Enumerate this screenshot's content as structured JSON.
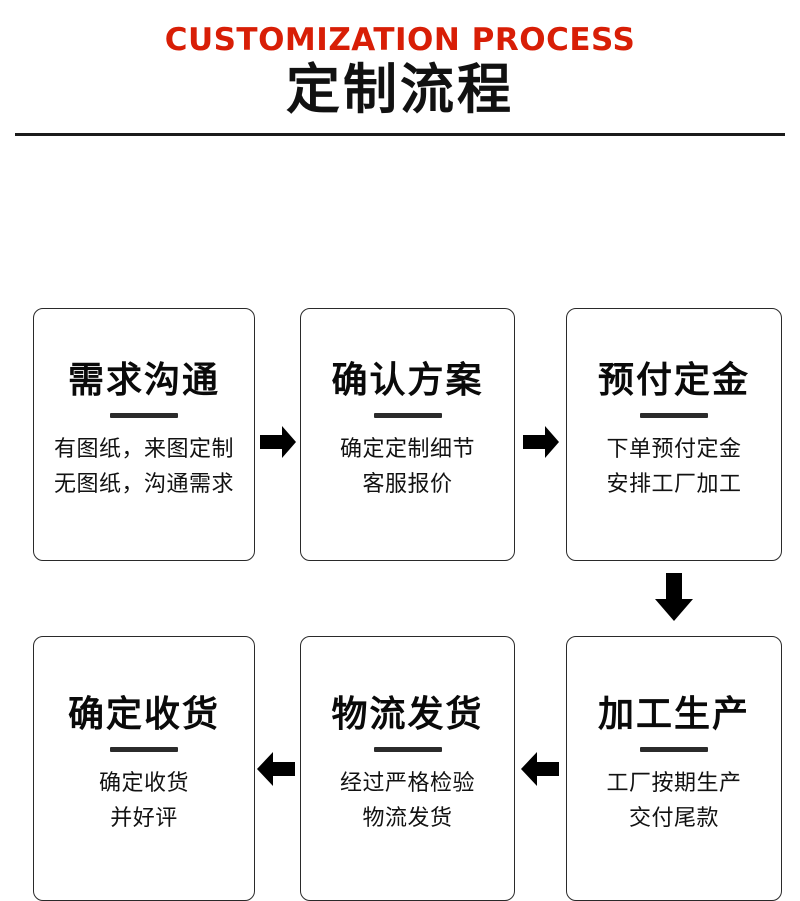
{
  "header": {
    "title_en": "CUSTOMIZATION PROCESS",
    "title_cn": "定制流程",
    "accent_color": "#D81E06",
    "text_color": "#111111"
  },
  "flow": {
    "type": "process-flow",
    "direction": "left-to-right then down then right-to-left",
    "step_count": 6,
    "steps": [
      {
        "index": 1,
        "title": "需求沟通",
        "lines": [
          "有图纸，来图定制",
          "无图纸，沟通需求"
        ]
      },
      {
        "index": 2,
        "title": "确认方案",
        "lines": [
          "确定定制细节",
          "客服报价"
        ]
      },
      {
        "index": 3,
        "title": "预付定金",
        "lines": [
          "下单预付定金",
          "安排工厂加工"
        ]
      },
      {
        "index": 4,
        "title": "加工生产",
        "lines": [
          "工厂按期生产",
          "交付尾款"
        ]
      },
      {
        "index": 5,
        "title": "物流发货",
        "lines": [
          "经过严格检验",
          "物流发货"
        ]
      },
      {
        "index": 6,
        "title": "确定收货",
        "lines": [
          "确定收货",
          "并好评"
        ]
      }
    ],
    "connectors": [
      {
        "name": "arrow-right-step1-step2",
        "icon": "arrow-right-icon"
      },
      {
        "name": "arrow-right-step2-step3",
        "icon": "arrow-right-icon"
      },
      {
        "name": "arrow-down-step3-step4",
        "icon": "arrow-down-icon"
      },
      {
        "name": "arrow-left-step4-step5",
        "icon": "arrow-left-icon"
      },
      {
        "name": "arrow-left-step5-step6",
        "icon": "arrow-left-icon"
      }
    ]
  }
}
